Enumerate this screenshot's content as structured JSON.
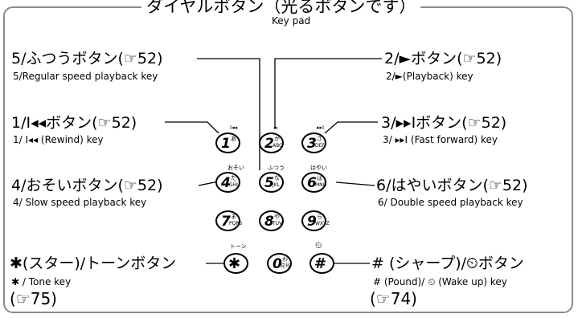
{
  "title": {
    "jp": "ダイヤルボタン（光るボタンです）",
    "en": "Key pad"
  },
  "ref_icon": "☞",
  "labels": {
    "k5": {
      "jp": "5/ふつうボタン(☞52)",
      "en": "5/Regular speed playback key"
    },
    "k2": {
      "jp": "2/►ボタン(☞52)",
      "en": "2/►(Playback) key"
    },
    "k1": {
      "jp": "1/I◂◂ボタン(☞52)",
      "en": "1/ I◂◂ (Rewind) key"
    },
    "k3": {
      "jp": "3/▸▸Iボタン(☞52)",
      "en": "3/ ▸▸I (Fast forward) key"
    },
    "k4": {
      "jp": "4/おそいボタン(☞52)",
      "en": "4/ Slow speed playback key"
    },
    "k6": {
      "jp": "6/はやいボタン(☞52)",
      "en": "6/ Double speed playback key"
    },
    "star": {
      "jp": "✱(スター)/トーンボタン",
      "en": "✱ / Tone key",
      "ref": "(☞75)"
    },
    "pound": {
      "jp": "# (シャープ)/⏲ボタン",
      "en": "# (Pound)/ ⏲ (Wake up) key",
      "ref": "(☞74)"
    }
  },
  "keys": {
    "k1": {
      "main": "1",
      "sub": "あ"
    },
    "k2": {
      "main": "2",
      "sub": "か",
      "sub2": "ABC"
    },
    "k3": {
      "main": "3",
      "sub": "さ",
      "sub2": "DEF"
    },
    "k4": {
      "main": "4",
      "sub": "た",
      "sub2": "GHI"
    },
    "k5": {
      "main": "5",
      "sub": "な",
      "sub2": "JKL"
    },
    "k6": {
      "main": "6",
      "sub": "は",
      "sub2": "MNO"
    },
    "k7": {
      "main": "7",
      "sub": "ま",
      "sub2": "PQRS"
    },
    "k8": {
      "main": "8",
      "sub": "や",
      "sub2": "TUV"
    },
    "k9": {
      "main": "9",
      "sub": "ら",
      "sub2": "WXYZ"
    },
    "k0": {
      "main": "0",
      "sub": "わ",
      "sub2": "記号"
    },
    "kstar": {
      "main": "✱"
    },
    "kpound": {
      "main": "#"
    }
  },
  "key_tags": {
    "k1": "I◂◂",
    "k2": "►",
    "k3": "▸▸I",
    "k4": "おそい",
    "k5": "ふつう",
    "k6": "はやい",
    "kstar": "トーン",
    "kpound": "⏲"
  }
}
